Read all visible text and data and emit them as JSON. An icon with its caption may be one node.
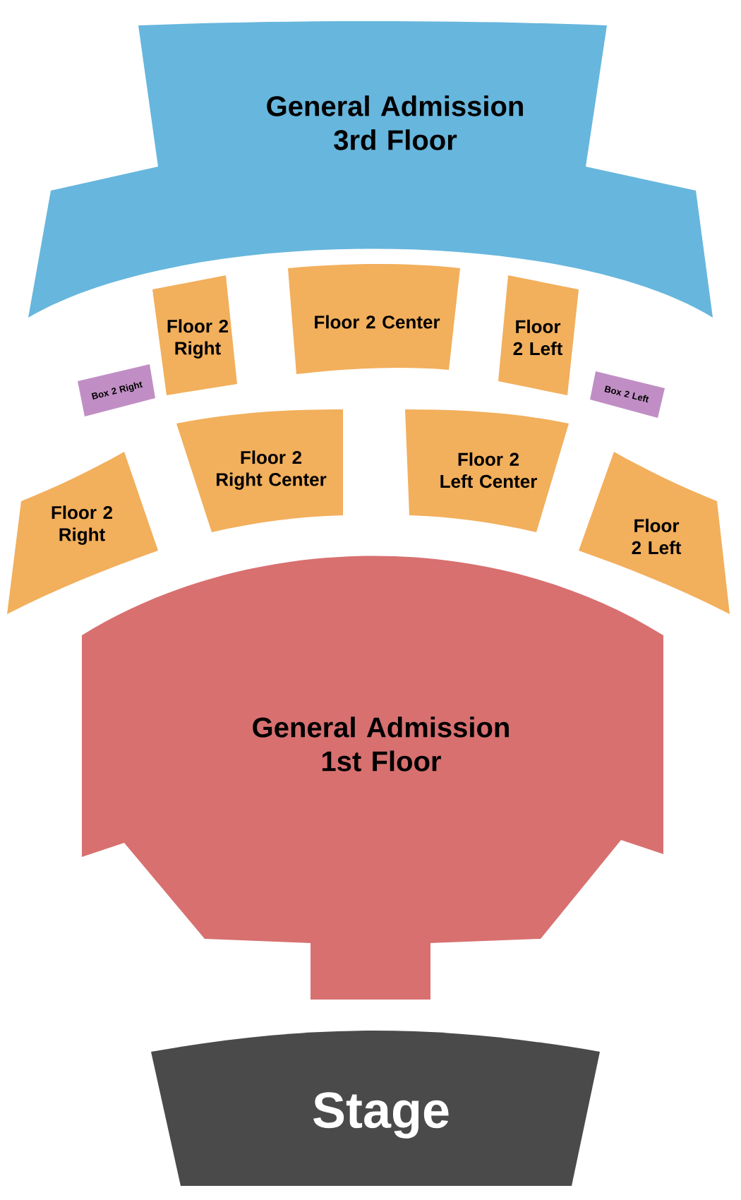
{
  "diagram": {
    "nodes": [
      {
        "text": [
          "General Admission 3rd Floor"
        ]
      },
      {
        "text": [
          "Floor 2 Right"
        ]
      },
      {
        "text": [
          "Floor 2 Center"
        ]
      },
      {
        "text": [
          "Floor 2 Left"
        ]
      },
      {
        "text": [
          "Box 2 Right"
        ]
      },
      {
        "text": [
          "Box 2 Left"
        ]
      },
      {
        "text": [
          "Floor 2 Right Center"
        ]
      },
      {
        "text": [
          "Floor 2 Left Center"
        ]
      },
      {
        "text": [
          "Floor 2 Right"
        ]
      },
      {
        "text": [
          "Floor 2 Left"
        ]
      },
      {
        "text": [
          "General Admission 1st Floor"
        ]
      },
      {
        "text": [
          "Stage"
        ]
      }
    ]
  }
}
